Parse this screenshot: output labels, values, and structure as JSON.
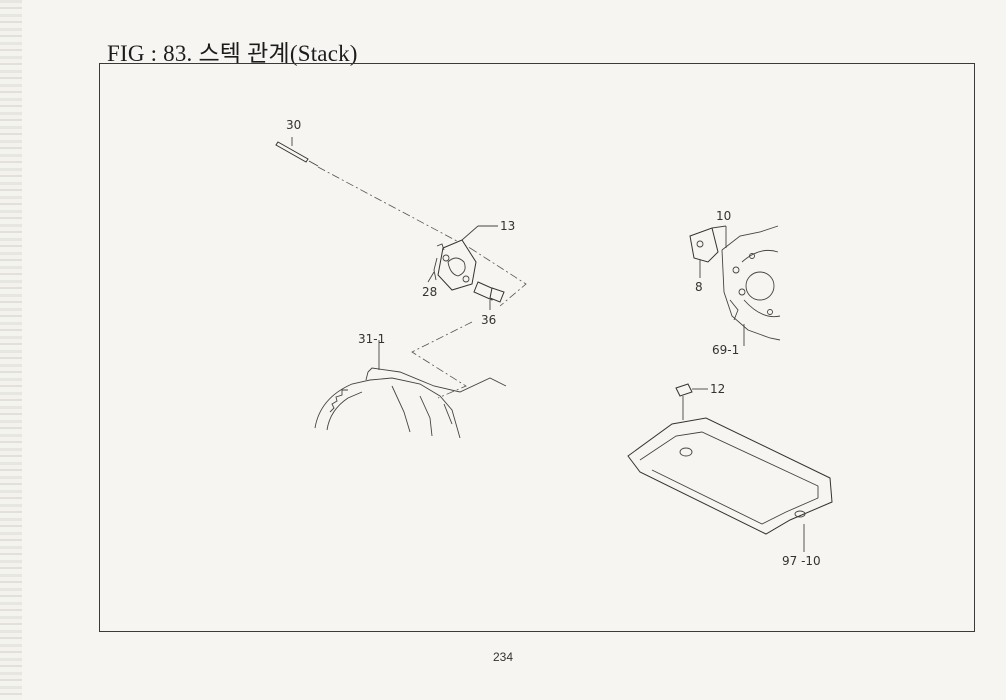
{
  "figure": {
    "title": "FIG : 83. 스텍 관계(Stack)",
    "page_number": "234"
  },
  "callouts": {
    "p30": "30",
    "p13": "13",
    "p28": "28",
    "p36": "36",
    "p31_1": "31-1",
    "p10": "10",
    "p8": "8",
    "p69_1": "69-1",
    "p12": "12",
    "p97_10": "97 -10"
  }
}
